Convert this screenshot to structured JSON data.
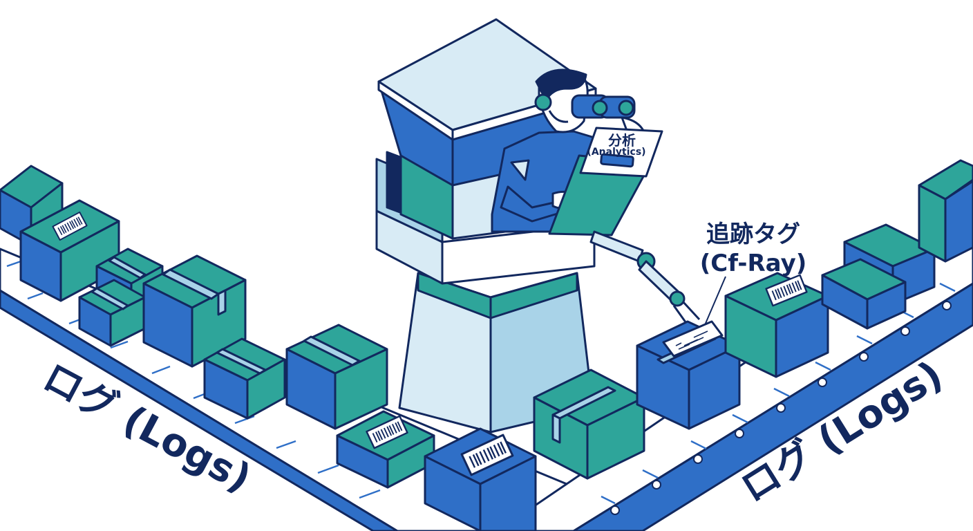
{
  "labels": {
    "logs_left": "ログ (Logs)",
    "logs_right": "ログ (Logs)",
    "tracking_tag_line1": "追跡タグ",
    "tracking_tag_line2": "(Cf-Ray)",
    "clipboard_line1": "分析",
    "clipboard_line2": "(Analytics)"
  },
  "colors": {
    "outline": "#12285e",
    "blue": "#2f6fc7",
    "teal": "#2ea59a",
    "pale_blue": "#d8ebf5",
    "light_blue": "#a9d3e8",
    "belt_surface": "#ffffff"
  },
  "icons": {
    "box": "cardboard-box-icon",
    "barcode": "barcode-label-icon",
    "tower": "control-tower-icon",
    "observer": "observer-with-binoculars-icon",
    "clipboard": "clipboard-icon",
    "robot_arm": "robot-arm-icon"
  }
}
